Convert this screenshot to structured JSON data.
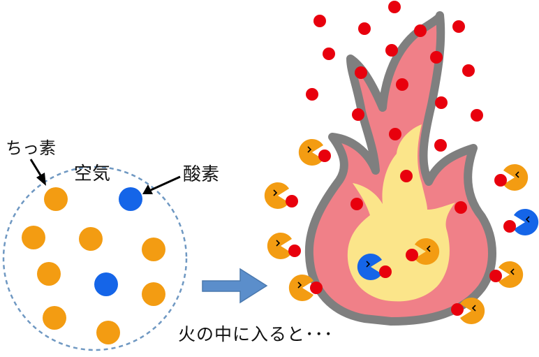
{
  "labels": {
    "nitrogen": "ちっ素",
    "air": "空気",
    "oxygen": "酸素",
    "caption": "火の中に入ると･･･"
  },
  "colors": {
    "nitrogen_particle": "#F39C12",
    "oxygen_particle": "#1565E8",
    "heat_particle": "#E8000D",
    "flame_outer": "#F08088",
    "flame_inner": "#FBE58A",
    "flame_outline": "#7F7F7F",
    "air_boundary": "#6F98C2",
    "arrow": "#5B8ECB"
  },
  "icons": [
    "arrow-right-icon",
    "pointer-arrow-icon",
    "flame-icon"
  ]
}
